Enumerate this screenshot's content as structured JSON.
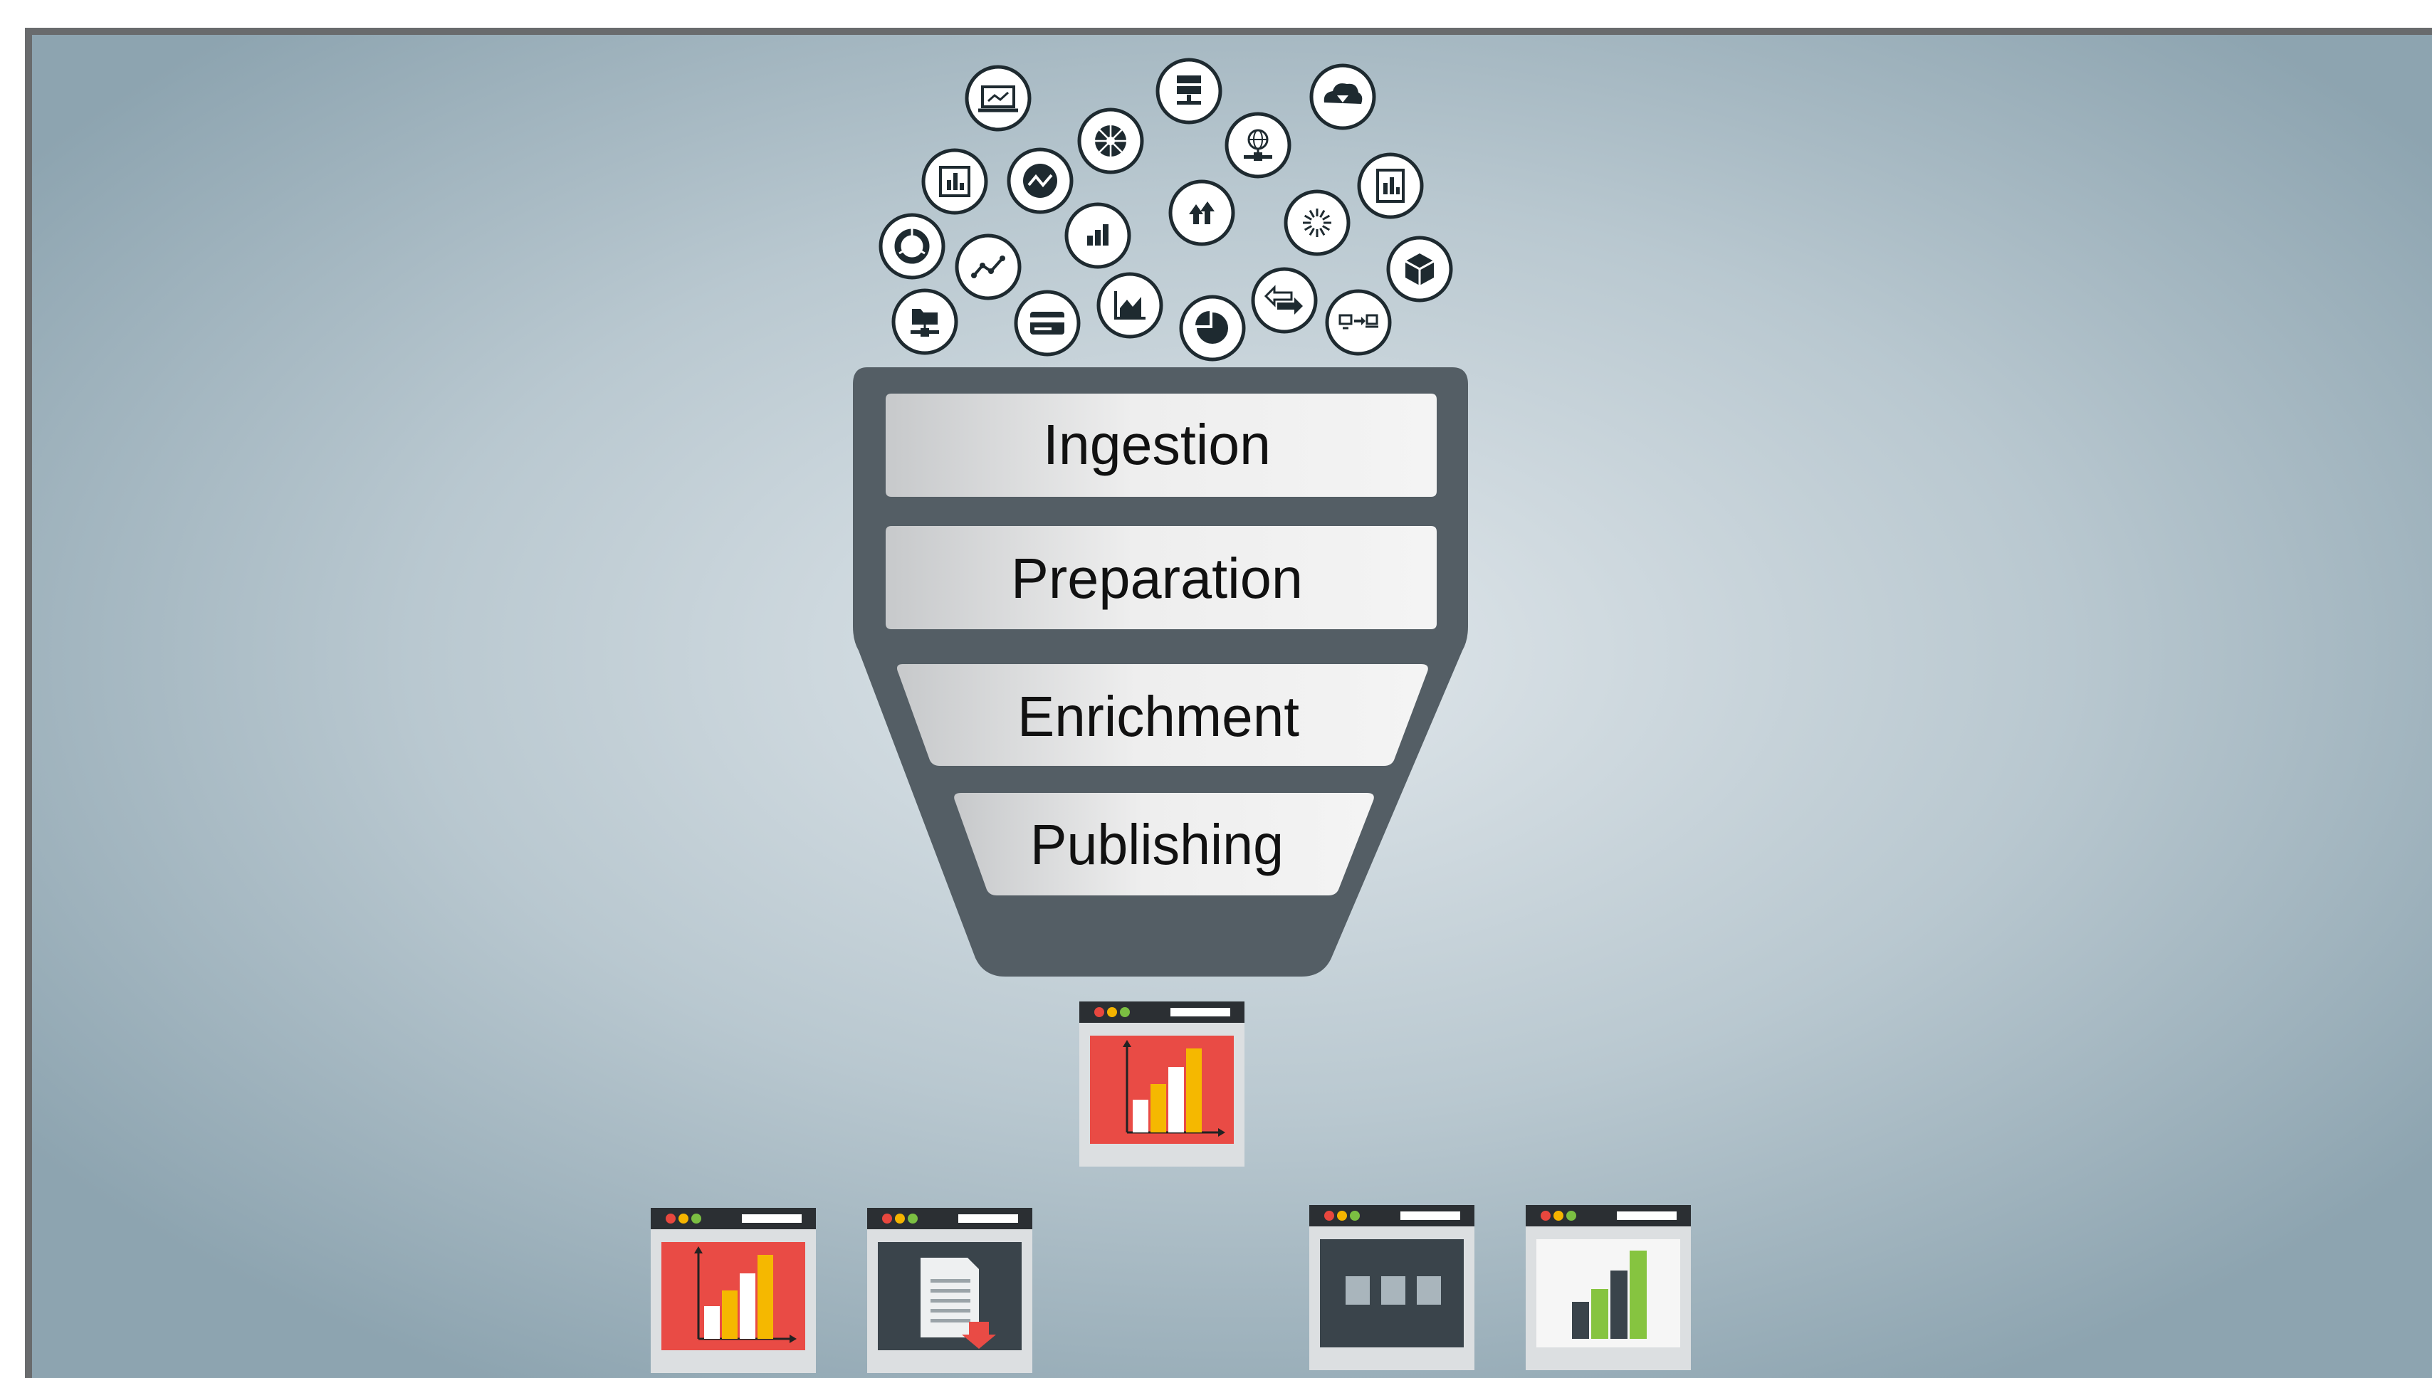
{
  "colors": {
    "frame": "#696b6d",
    "background_center": "#e2e8ec",
    "background_edge": "#8da4b0",
    "funnel": "#545e65",
    "band_light": "#f2f2f2",
    "band_dark": "#c7c9cb",
    "band_text": "#111111",
    "icon_stroke": "#1e2a30",
    "icon_fill": "#ffffff",
    "window_bar": "#2b2f33",
    "window_frame": "#dcdfe1",
    "red_panel": "#e94b45",
    "dark_panel": "#3a444b",
    "white_panel": "#f6f6f6",
    "yellow": "#f5b800",
    "orange": "#f58220",
    "green": "#86c440",
    "dot_red": "#e8473e",
    "dot_yellow": "#f4b400",
    "dot_green": "#7bbf42"
  },
  "stages": [
    "Ingestion",
    "Preparation",
    "Enrichment",
    "Publishing"
  ],
  "source_icons": [
    "laptop-chart-icon",
    "server-icon",
    "cloud-download-icon",
    "bar-chart-box-icon",
    "trend-badge-icon",
    "pie-wheel-icon",
    "globe-network-icon",
    "report-icon",
    "donut-chart-icon",
    "line-graph-icon",
    "column-chart-icon",
    "upload-arrows-icon",
    "loading-spinner-icon",
    "cube-icon",
    "folder-network-icon",
    "credit-card-icon",
    "area-chart-icon",
    "pie-chart-icon",
    "exchange-arrows-icon",
    "computer-transfer-icon"
  ],
  "output_windows": [
    {
      "name": "output-window-funnel-chart",
      "panel": "red",
      "content": "bar-chart"
    },
    {
      "name": "output-window-chart",
      "panel": "red",
      "content": "bar-chart"
    },
    {
      "name": "output-window-document-download",
      "panel": "dark",
      "content": "document-download"
    },
    {
      "name": "output-window-tiles",
      "panel": "dark",
      "content": "tiles"
    },
    {
      "name": "output-window-green-chart",
      "panel": "white",
      "content": "green-bar-chart"
    }
  ]
}
